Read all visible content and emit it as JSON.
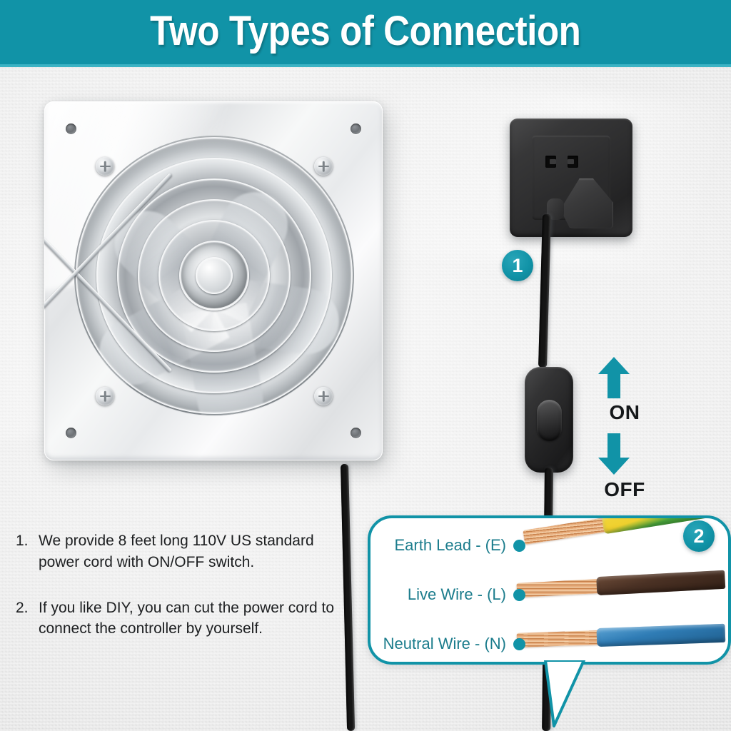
{
  "header": {
    "title": "Two Types of Connection",
    "bg_color": "#1193a7",
    "underline_color": "#3cb3c4",
    "text_color": "#ffffff"
  },
  "theme": {
    "accent": "#1193a7",
    "label_teal": "#1b7c8c",
    "wall": "#e9e9e9",
    "cord_black": "#151515"
  },
  "badges": [
    {
      "label": "1",
      "name": "step-badge-1"
    },
    {
      "label": "2",
      "name": "step-badge-2"
    }
  ],
  "switch_indicator": {
    "on_label": "ON",
    "off_label": "OFF",
    "up_arrow_icon": "arrow-up-icon",
    "down_arrow_icon": "arrow-down-icon",
    "arrow_color": "#1193a7"
  },
  "callout": {
    "border_color": "#1193a7",
    "wires": [
      {
        "label": "Earth Lead - (E)",
        "jacket_color": "#efd02e / #4aa83c",
        "dot_color": "#1193a7"
      },
      {
        "label": "Live Wire - (L)",
        "jacket_color": "#4a3124",
        "dot_color": "#1193a7"
      },
      {
        "label": "Neutral Wire - (N)",
        "jacket_color": "#2f7cb5",
        "dot_color": "#1193a7"
      }
    ]
  },
  "notes": [
    {
      "num": "1.",
      "text": "We provide 8 feet long 110V US standard power cord with ON/OFF switch."
    },
    {
      "num": "2.",
      "text": "If you like DIY, you can cut the power cord to connect the controller by yourself."
    }
  ],
  "product": {
    "fan_name": "stainless-exhaust-fan",
    "socket_name": "wall-outlet",
    "switch_name": "inline-rocker-switch"
  }
}
